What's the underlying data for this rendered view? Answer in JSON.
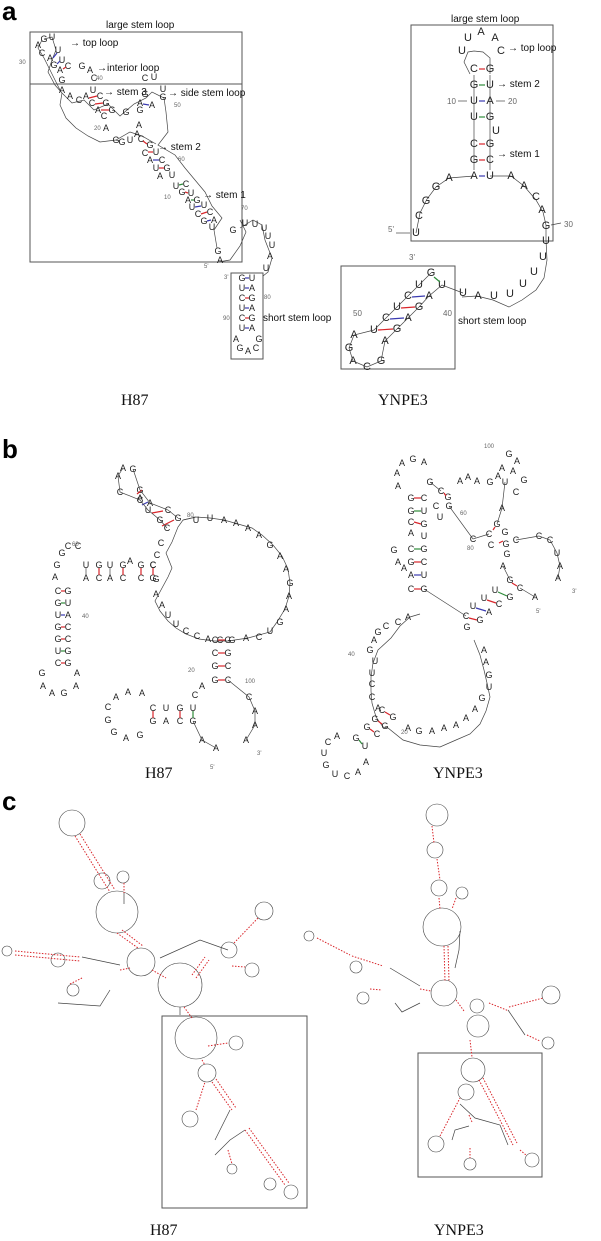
{
  "figure": {
    "panels": [
      {
        "label": "a",
        "structures": [
          {
            "caption": "H87",
            "box_labels": {
              "large": "large stem loop",
              "short": "short stem loop"
            },
            "annotations": [
              "top loop",
              "interior loop",
              "stem 3",
              "side stem loop",
              "stem 2",
              "stem 1"
            ],
            "position_numbers": [
              "30",
              "40",
              "50",
              "20",
              "60",
              "10",
              "70",
              "5'",
              "3'",
              "80",
              "90"
            ]
          },
          {
            "caption": "YNPE3",
            "box_labels": {
              "large": "large stem loop",
              "short": "short stem loop"
            },
            "annotations": [
              "top loop",
              "stem 2",
              "stem 1"
            ],
            "position_numbers": [
              "10",
              "20",
              "30",
              "40",
              "50",
              "5'",
              "3'"
            ]
          }
        ]
      },
      {
        "label": "b",
        "structures": [
          {
            "caption": "H87",
            "position_numbers": [
              "60",
              "80",
              "40",
              "20",
              "100",
              "5'",
              "3'"
            ]
          },
          {
            "caption": "YNPE3",
            "position_numbers": [
              "100",
              "60",
              "80",
              "40",
              "20",
              "5'",
              "3'"
            ]
          }
        ]
      },
      {
        "label": "c",
        "structures": [
          {
            "caption": "H87"
          },
          {
            "caption": "YNPE3"
          }
        ]
      }
    ],
    "colors": {
      "gc_pair": "#d9262b",
      "gu_pair": "#2e8b3a",
      "au_pair": "#3a3ab0",
      "backbone": "#444444",
      "box": "#555555"
    }
  }
}
